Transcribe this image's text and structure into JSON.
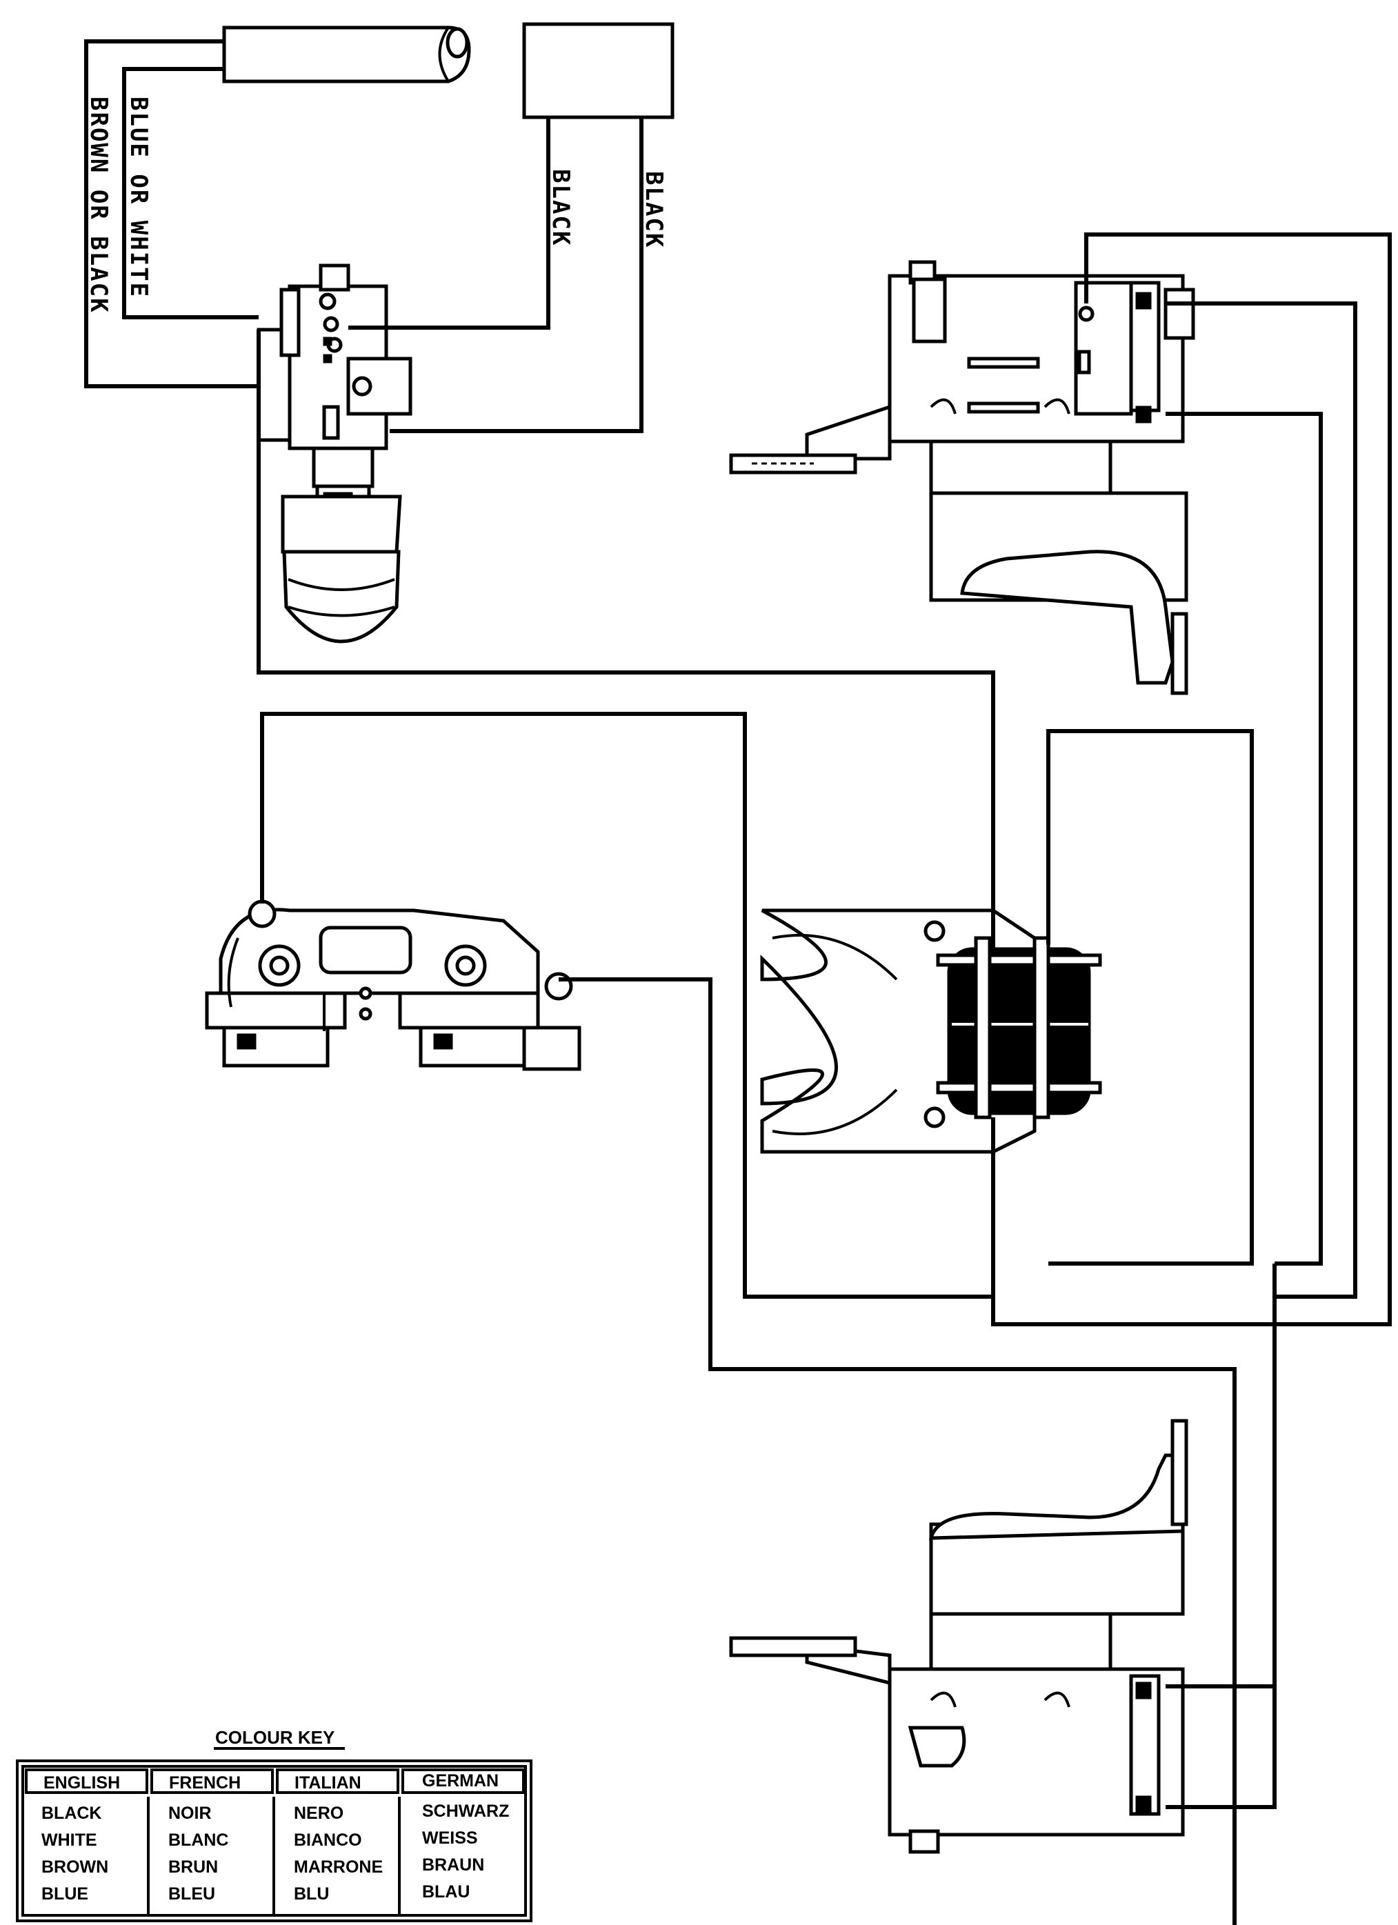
{
  "wire_labels": {
    "blue_or_white": "BLUE OR WHITE",
    "brown_or_black": "BROWN OR BLACK",
    "black_left": "BLACK",
    "black_right": "BLACK"
  },
  "colour_key": {
    "title": "COLOUR KEY",
    "columns": [
      {
        "header": "ENGLISH",
        "values": [
          "BLACK",
          "WHITE",
          "BROWN",
          "BLUE"
        ]
      },
      {
        "header": "FRENCH",
        "values": [
          "NOIR",
          "BLANC",
          "BRUN",
          "BLEU"
        ]
      },
      {
        "header": "ITALIAN",
        "values": [
          "NERO",
          "BIANCO",
          "MARRONE",
          "BLU"
        ]
      },
      {
        "header": "GERMAN",
        "values": [
          "SCHWARZ",
          "WEISS",
          "BRAUN",
          "BLAU"
        ]
      }
    ]
  }
}
